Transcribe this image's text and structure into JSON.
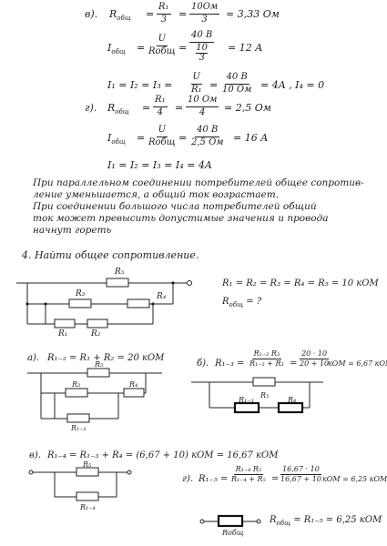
{
  "b": {
    "label": "в).",
    "line1": {
      "lhs": "R",
      "lhs_sub": "общ",
      "eq": "=",
      "f1_n": "R₁",
      "f1_d": "3",
      "eq2": "=",
      "f2_n": "10Ом",
      "f2_d": "3",
      "result": "≈ 3,33 Ом"
    },
    "line2": {
      "lhs": "I",
      "lhs_sub": "общ",
      "eq": "=",
      "f1_n": "U",
      "f1_d": "Rобщ",
      "eq2": "=",
      "f2_n": "40 В",
      "f2_d_n": "10",
      "f2_d_d": "3",
      "result": "= 12 A"
    },
    "line3": {
      "text": "I₁ = I₂ = I₃ =",
      "f_n": "U",
      "f_d": "R₁",
      "eq": "=",
      "f2_n": "40 В",
      "f2_d": "10 Ом",
      "result": "= 4A ,  I₄ = 0"
    }
  },
  "g": {
    "label": "г).",
    "line1": {
      "lhs": "R",
      "lhs_sub": "общ",
      "eq": "=",
      "f1_n": "R₁",
      "f1_d": "4",
      "eq2": "=",
      "f2_n": "10 Ом",
      "f2_d": "4",
      "result": "= 2,5 Ом"
    },
    "line2": {
      "lhs": "I",
      "lhs_sub": "общ",
      "eq": "=",
      "f1_n": "U",
      "f1_d": "Rобщ",
      "eq2": "=",
      "f2_n": "40 В",
      "f2_d": "2,5 Ом",
      "result": "= 16 A"
    },
    "line3": {
      "text": "I₁ = I₂ = I₃ = I₄ = 4A"
    }
  },
  "notes": [
    "При параллельном соединении потребителей общее сопротив-",
    "ление уменьшается, а общий ток возрастает.",
    "При соединении большого числа потребителей общий",
    "ток может превысить допустимые значения и провода",
    "начнут гореть"
  ],
  "task4": {
    "heading": "4. Найти общее сопротивление.",
    "given": "R₁ = R₂ = R₃ = R₄ = R₅ = 10 кОМ",
    "given_lhs": "R",
    "given_sub": "общ",
    "given_q": "= ?"
  },
  "circuit_main": {
    "r5": "R₅",
    "r3": "R₃",
    "r4": "R₄",
    "r1": "R₁",
    "r2": "R₂"
  },
  "step_a": {
    "label": "а).",
    "formula": "R₁₋₂ = R₁ + R₂ = 20 кОМ",
    "r5": "R₅",
    "r3": "R₃",
    "r4": "R₄",
    "r12": "R₁₋₂"
  },
  "step_b": {
    "label": "б).",
    "lhs": "R₁₋₃ =",
    "f1_n": "R₁₋₂ R₃",
    "f1_d": "R₁₋₂ + R₃",
    "eq": "=",
    "f2_n": "20 · 10",
    "f2_d": "20 + 10",
    "result": "кОМ = 6,67 кОМ",
    "r5": "R₅",
    "r13": "R₁₋₃",
    "r4": "R₄"
  },
  "step_v": {
    "label": "в).",
    "formula": "R₁₋₄ = R₁₋₃ + R₄ = (6,67 + 10) кОМ = 16,67 кОМ",
    "r5": "R₅",
    "r14": "R₁₋₄"
  },
  "step_g": {
    "label": "г).",
    "lhs": "R₁₋₅ =",
    "f1_n": "R₁₋₄ R₅",
    "f1_d": "R₁₋₄ + R₅",
    "eq": "=",
    "f2_n": "16,67 · 10",
    "f2_d": "16,67 + 10",
    "result": "кОМ = 6,25 кОМ",
    "final": "R",
    "final_sub": "общ",
    "final_rest": "= R₁₋₅ = 6,25 кОМ",
    "rbox": "Rобщ"
  }
}
